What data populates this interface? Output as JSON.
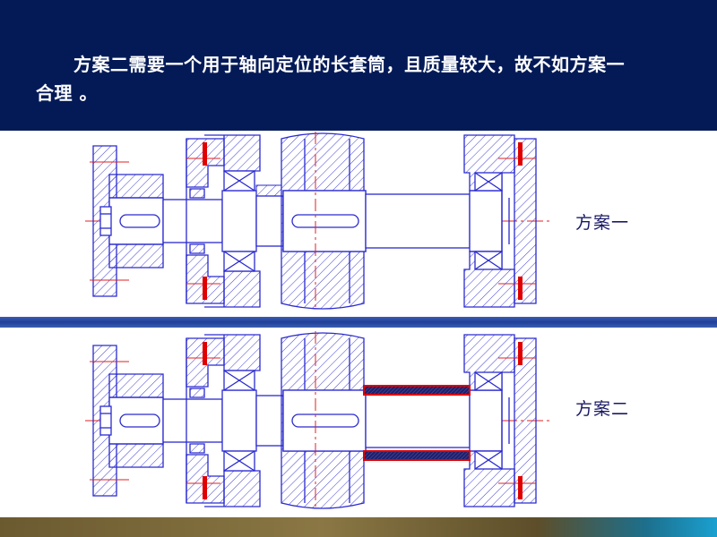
{
  "slide": {
    "heading_line1": "方案二需要一个用于轴向定位的长套筒，且质量较大，故不如方案一",
    "heading_line2": "合理 。",
    "scheme_1_label": "方案一",
    "scheme_2_label": "方案二"
  },
  "colors": {
    "header_bg": "#041a57",
    "line_blue": "#2a2ad0",
    "center_red": "#e02020",
    "positioning_red": "#e00000",
    "sleeve_fill": "#20206a",
    "divider_blue": "#2b4ca8"
  }
}
